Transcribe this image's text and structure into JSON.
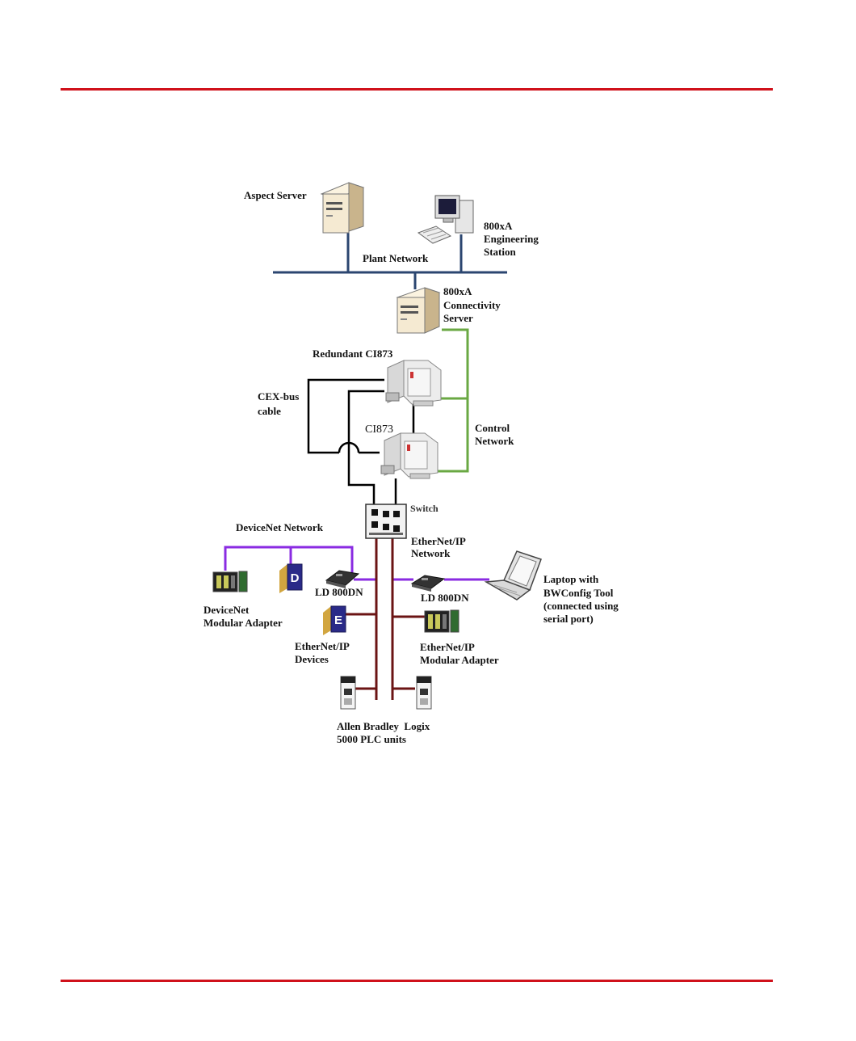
{
  "colors": {
    "rule": "#d0111b",
    "plant_network": "#2b4670",
    "control_network": "#6aa843",
    "devicenet": "#8a2be2",
    "ethernet_ip": "#6b1414",
    "cex_bus": "#000000"
  },
  "labels": {
    "aspect_server": "Aspect Server",
    "eng_station": [
      "800xA",
      "Engineering",
      "Station"
    ],
    "plant_network": "Plant Network",
    "conn_server": [
      "800xA",
      "Connectivity",
      "Server"
    ],
    "redundant_ci873": "Redundant CI873",
    "cex_bus": [
      "CEX-bus",
      "cable"
    ],
    "ci873": "CI873",
    "control_network": [
      "Control",
      "Network"
    ],
    "switch": "Switch",
    "devicenet_network": "DeviceNet Network",
    "ethernet_ip_network": [
      "EtherNet/IP",
      "Network"
    ],
    "ld800dn_left": "LD 800DN",
    "ld800dn_right": "LD 800DN",
    "devicenet_modular_adapter": [
      "DeviceNet",
      "Modular Adapter"
    ],
    "ethernet_ip_devices": [
      "EtherNet/IP",
      "Devices"
    ],
    "ethernet_ip_modular_adapter": [
      "EtherNet/IP",
      "Modular Adapter"
    ],
    "laptop": [
      "Laptop with",
      "BWConfig Tool",
      "(connected using",
      "serial port)"
    ],
    "plc_units": [
      "Allen Bradley  Logix",
      "5000 PLC units"
    ]
  },
  "icons": {
    "devicenet_device_letter": "D",
    "ethernet_ip_device_letter": "E"
  }
}
